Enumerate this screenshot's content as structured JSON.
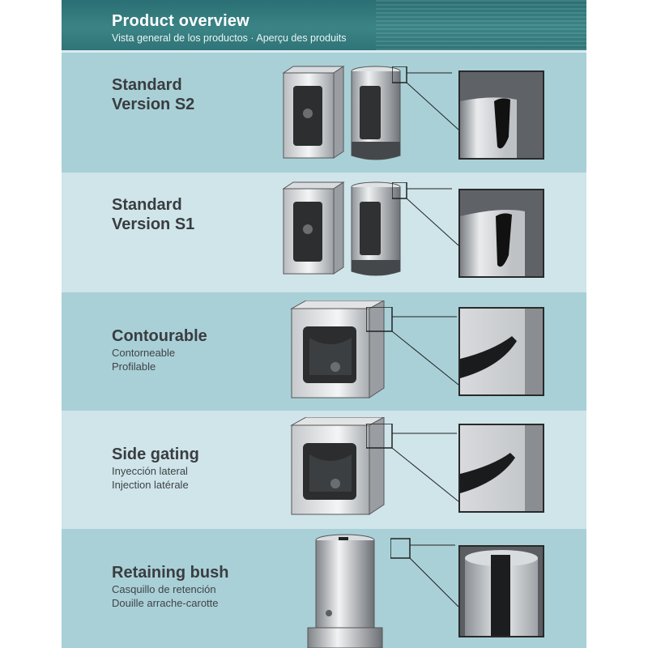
{
  "header": {
    "title": "Product overview",
    "subtitle": "Vista general de los productos  ·  Aperçu des produits"
  },
  "sections": [
    {
      "title_line1": "Standard",
      "title_line2": "Version S2"
    },
    {
      "title_line1": "Standard",
      "title_line2": "Version S1"
    },
    {
      "title": "Contourable",
      "sub1": "Contorneable",
      "sub2": "Profilable"
    },
    {
      "title": "Side gating",
      "sub1": "Inyección lateral",
      "sub2": "Injection latérale"
    },
    {
      "title": "Retaining bush",
      "sub1": "Casquillo de retención",
      "sub2": "Douille arrache-carotte"
    }
  ],
  "colors": {
    "header": "#2f7478",
    "band_dark": "#a9d0d7",
    "band_light": "#cfe5ea",
    "title_text": "#3a3d40"
  }
}
